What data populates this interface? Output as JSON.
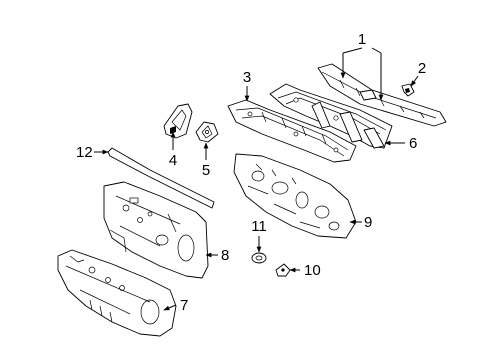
{
  "diagram": {
    "colors": {
      "line": "#000000",
      "background": "#ffffff"
    },
    "callouts": [
      {
        "id": "1",
        "text": "1"
      },
      {
        "id": "2",
        "text": "2"
      },
      {
        "id": "3",
        "text": "3"
      },
      {
        "id": "4",
        "text": "4"
      },
      {
        "id": "5",
        "text": "5"
      },
      {
        "id": "6",
        "text": "6"
      },
      {
        "id": "7",
        "text": "7"
      },
      {
        "id": "8",
        "text": "8"
      },
      {
        "id": "9",
        "text": "9"
      },
      {
        "id": "10",
        "text": "10"
      },
      {
        "id": "11",
        "text": "11"
      },
      {
        "id": "12",
        "text": "12"
      }
    ]
  }
}
